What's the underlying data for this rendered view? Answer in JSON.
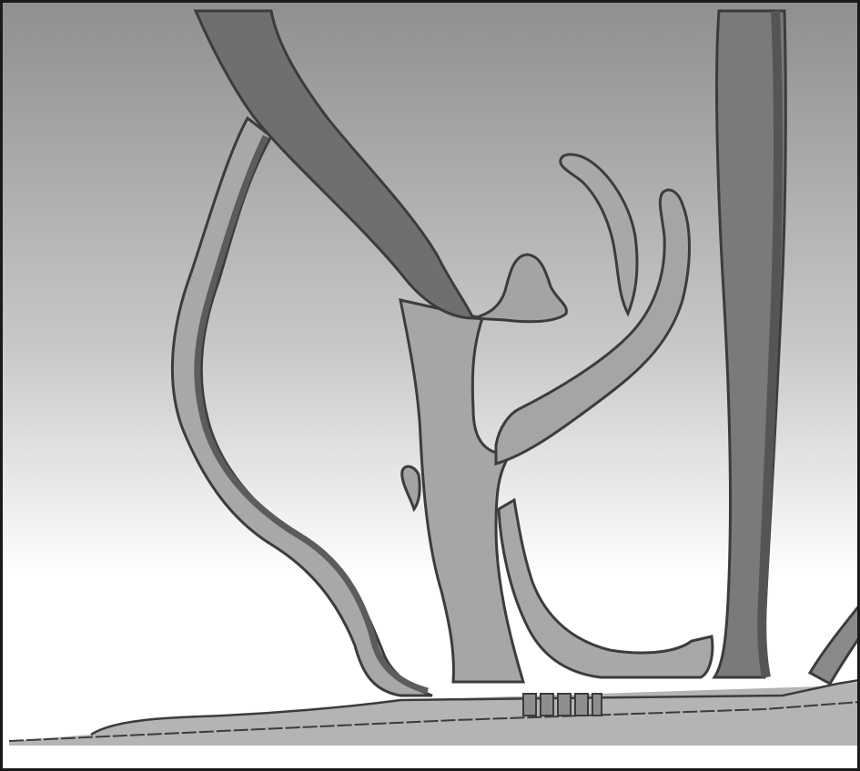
{
  "figure": {
    "colors": {
      "sky_top": "#8f8f8f",
      "sky_mid": "#c8c8c8",
      "sky_bottom": "#ffffff",
      "vessel_dark": "#6a6a6a",
      "vessel_light": "#a4a4a4",
      "outline": "#3c3c3c",
      "frame": "#1a1a1a",
      "valve_fill": "#8e8e8e"
    },
    "structures": [
      "base-channel",
      "central-trunk",
      "left-loop-vessel",
      "upper-diagonal-vessel",
      "small-bud-upper",
      "small-bud-lower",
      "right-curved-branch",
      "inner-curved-branch",
      "right-tall-vessel",
      "far-right-vessel",
      "valve-segments"
    ]
  }
}
